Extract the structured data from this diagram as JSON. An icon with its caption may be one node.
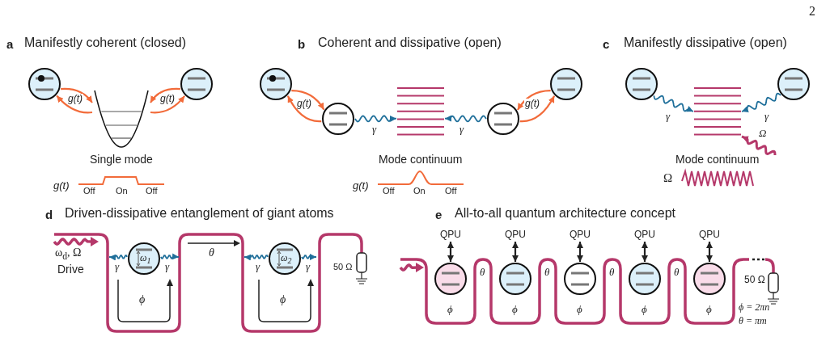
{
  "diagram": {
    "nodes": [
      {
        "text": [],
        "shape": "circle"
      },
      {
        "text": [],
        "shape": "well",
        "beside": [
          "Single mode"
        ]
      },
      {
        "text": [],
        "shape": "circle"
      },
      {
        "text": [],
        "shape": "circle"
      },
      {
        "text": [],
        "shape": "circle"
      },
      {
        "text": [],
        "shape": "ladder",
        "beside": [
          "Mode continuum"
        ]
      },
      {
        "text": [],
        "shape": "circle"
      },
      {
        "text": [],
        "shape": "circle"
      },
      {
        "text": [],
        "shape": "circle"
      },
      {
        "text": [],
        "shape": "ladder",
        "beside": [
          "Mode continuum"
        ]
      },
      {
        "text": [],
        "shape": "circle"
      },
      {
        "text": [
          "ω$_{1}$"
        ]
      },
      {
        "text": [
          "ω$_{2}$"
        ]
      },
      {
        "text": [
          "QPU"
        ]
      },
      {
        "text": [
          "QPU"
        ]
      },
      {
        "text": [
          "QPU"
        ]
      },
      {
        "text": [
          "QPU"
        ]
      },
      {
        "text": [
          "QPU"
        ]
      },
      {
        "text": [],
        "shape": "circle"
      },
      {
        "text": [],
        "shape": "circle"
      },
      {
        "text": [],
        "shape": "circle"
      },
      {
        "text": [],
        "shape": "circle"
      },
      {
        "text": [],
        "shape": "circle"
      }
    ],
    "edges": [
      {
        "from": 0,
        "to": 1,
        "arrow": "to",
        "label": "g(t)",
        "color": "#f26b3a"
      },
      {
        "from": 1,
        "to": 0,
        "arrow": "to",
        "color": "#f26b3a"
      },
      {
        "from": 2,
        "to": 1,
        "arrow": "to",
        "label": "g(t)",
        "color": "#f26b3a"
      },
      {
        "from": 1,
        "to": 2,
        "arrow": "to",
        "color": "#f26b3a"
      },
      {
        "from": 3,
        "to": 4,
        "arrow": "to",
        "label": "g(t)",
        "color": "#f26b3a"
      },
      {
        "from": 4,
        "to": 3,
        "arrow": "to",
        "color": "#f26b3a"
      },
      {
        "from": 4,
        "to": 5,
        "arrow": "to",
        "label": "γ",
        "color": "#1f6f9a"
      },
      {
        "from": 6,
        "to": 5,
        "arrow": "to",
        "label": "γ",
        "color": "#1f6f9a"
      },
      {
        "from": 7,
        "to": 6,
        "arrow": "to",
        "label": "g(t)",
        "color": "#f26b3a"
      },
      {
        "from": 6,
        "to": 7,
        "arrow": "to",
        "color": "#f26b3a"
      },
      {
        "from": 8,
        "to": 9,
        "arrow": "to",
        "label": "γ",
        "color": "#1f6f9a"
      },
      {
        "from": 10,
        "to": 9,
        "arrow": "to",
        "label": "γ",
        "color": "#1f6f9a"
      },
      {
        "from": null,
        "to": 9,
        "arrow": "to",
        "label": "Ω",
        "color": "#b5386a"
      },
      {
        "from": 11,
        "to": null,
        "arrow": "to",
        "label": "γ",
        "color": "#1f6f9a"
      },
      {
        "from": 11,
        "to": null,
        "arrow": "to",
        "label": "γ",
        "color": "#1f6f9a"
      },
      {
        "from": 12,
        "to": null,
        "arrow": "to",
        "label": "γ",
        "color": "#1f6f9a"
      },
      {
        "from": 12,
        "to": null,
        "arrow": "to",
        "label": "γ",
        "color": "#1f6f9a"
      },
      {
        "from": 13,
        "to": 18,
        "arrow": "both",
        "color": "#222222"
      },
      {
        "from": 14,
        "to": 19,
        "arrow": "both",
        "color": "#222222"
      },
      {
        "from": 15,
        "to": 20,
        "arrow": "both",
        "color": "#222222"
      },
      {
        "from": 16,
        "to": 21,
        "arrow": "both",
        "color": "#222222"
      },
      {
        "from": 17,
        "to": 22,
        "arrow": "both",
        "color": "#222222"
      }
    ],
    "labels": [
      "2",
      "a",
      "Manifestly coherent (closed)",
      "b",
      "Coherent and dissipative (open)",
      "c",
      "Manifestly dissipative (open)",
      "g(t)",
      "Off",
      "On",
      "Off",
      "g(t)",
      "Off",
      "On",
      "Off",
      "Ω",
      "d",
      "Driven-dissipative entanglement of giant atoms",
      "ω$_{d}$, Ω",
      "Drive",
      "θ",
      "ϕ",
      "ϕ",
      "50 Ω",
      "e",
      "All-to-all quantum architecture concept",
      "θ",
      "θ",
      "θ",
      "θ",
      "ϕ",
      "ϕ",
      "ϕ",
      "ϕ",
      "ϕ",
      "50 Ω",
      "ϕ = 2πn",
      "θ = πm"
    ]
  }
}
